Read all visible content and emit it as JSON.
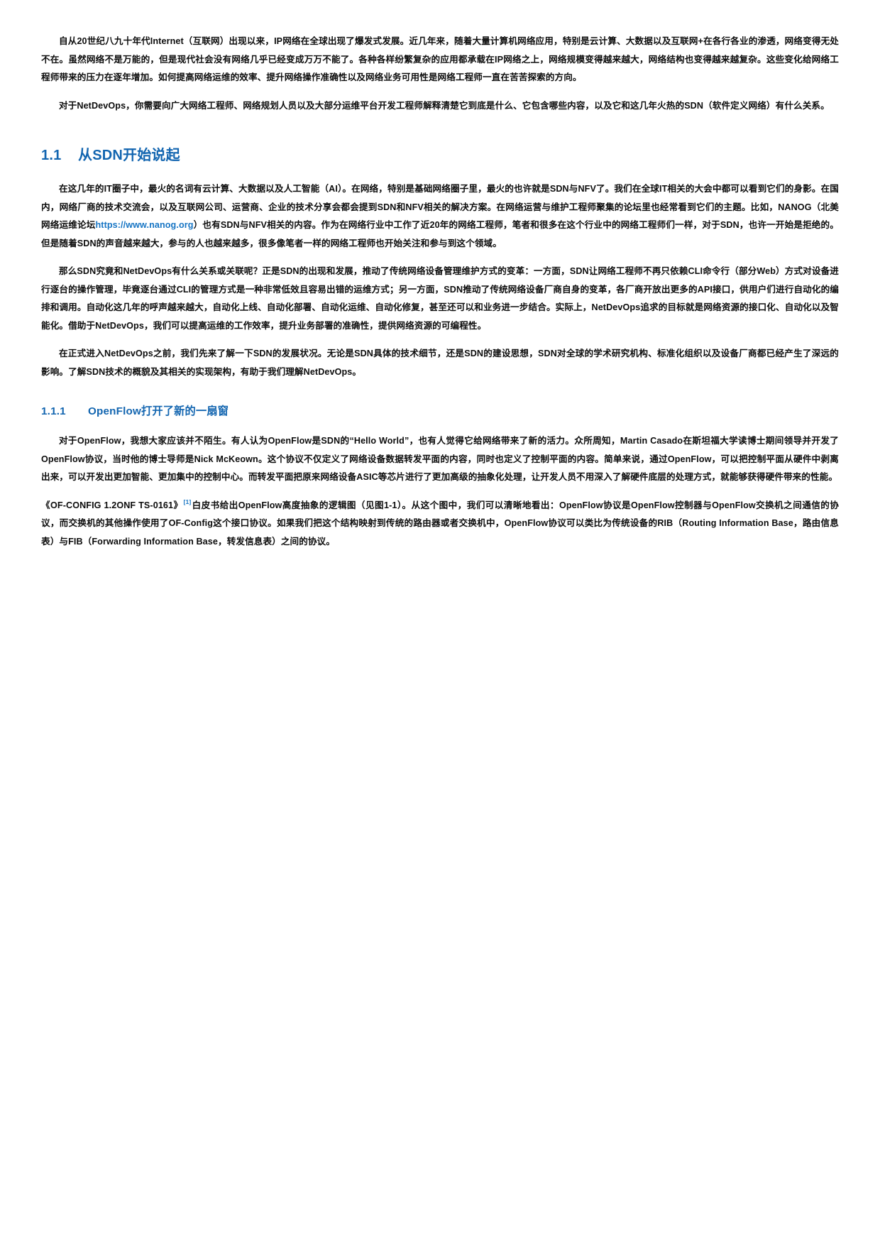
{
  "document": {
    "language": "zh-CN",
    "accent_color": "#1265b0",
    "link_color": "#1775c4",
    "text_color": "#0c0c0c",
    "background_color": "#ffffff"
  },
  "intro": {
    "paragraph_1": "自从20世纪八九十年代Internet（互联网）出现以来，IP网络在全球出现了爆发式发展。近几年来，随着大量计算机网络应用，特别是云计算、大数据以及互联网+在各行各业的渗透，网络变得无处不在。虽然网络不是万能的，但是现代社会没有网络几乎已经变成万万不能了。各种各样纷繁复杂的应用都承载在IP网络之上，网络规模变得越来越大，网络结构也变得越来越复杂。这些变化给网络工程师带来的压力在逐年增加。如何提高网络运维的效率、提升网络操作准确性以及网络业务可用性是网络工程师一直在苦苦探索的方向。",
    "paragraph_2": "对于NetDevOps，你需要向广大网络工程师、网络规划人员以及大部分运维平台开发工程师解释清楚它到底是什么、它包含哪些内容，以及它和这几年火热的SDN（软件定义网络）有什么关系。"
  },
  "section_1_1": {
    "number": "1.1",
    "title": "从SDN开始说起",
    "paragraph_1_part_1": "在这几年的IT圈子中，最火的名词有云计算、大数据以及人工智能（AI）。在网络，特别是基础网络圈子里，最火的也许就是SDN与NFV了。我们在全球IT相关的大会中都可以看到它们的身影。在国内，网络厂商的技术交流会，以及互联网公司、运营商、企业的技术分享会都会提到SDN和NFV相关的解决方案。在网络运营与维护工程师聚集的论坛里也经常看到它们的主题。比如，NANOG（北美网络运维论坛",
    "link_text": "https://www.nanog.org",
    "paragraph_1_part_2": "）也有SDN与NFV相关的内容。作为在网络行业中工作了近20年的网络工程师，笔者和很多在这个行业中的网络工程师们一样，对于SDN，也许一开始是拒绝的。但是随着SDN的声音越来越大，参与的人也越来越多，很多像笔者一样的网络工程师也开始关注和参与到这个领域。",
    "paragraph_2": "那么SDN究竟和NetDevOps有什么关系或关联呢？正是SDN的出现和发展，推动了传统网络设备管理维护方式的变革：一方面，SDN让网络工程师不再只依赖CLI命令行（部分Web）方式对设备进行逐台的操作管理，毕竟逐台通过CLI的管理方式是一种非常低效且容易出错的运维方式；另一方面，SDN推动了传统网络设备厂商自身的变革，各厂商开放出更多的API接口，供用户们进行自动化的编排和调用。自动化这几年的呼声越来越大，自动化上线、自动化部署、自动化运维、自动化修复，甚至还可以和业务进一步结合。实际上，NetDevOps追求的目标就是网络资源的接口化、自动化以及智能化。借助于NetDevOps，我们可以提高运维的工作效率，提升业务部署的准确性，提供网络资源的可编程性。",
    "paragraph_3": "在正式进入NetDevOps之前，我们先来了解一下SDN的发展状况。无论是SDN具体的技术细节，还是SDN的建设思想，SDN对全球的学术研究机构、标准化组织以及设备厂商都已经产生了深远的影响。了解SDN技术的概貌及其相关的实现架构，有助于我们理解NetDevOps。"
  },
  "section_1_1_1": {
    "number": "1.1.1",
    "title": "OpenFlow打开了新的一扇窗",
    "paragraph_1": "对于OpenFlow，我想大家应该并不陌生。有人认为OpenFlow是SDN的“Hello World”，也有人觉得它给网络带来了新的活力。众所周知，Martin Casado在斯坦福大学读博士期间领导并开发了OpenFlow协议，当时他的博士导师是Nick McKeown。这个协议不仅定义了网络设备数据转发平面的内容，同时也定义了控制平面的内容。简单来说，通过OpenFlow，可以把控制平面从硬件中剥离出来，可以开发出更加智能、更加集中的控制中心。而转发平面把原来网络设备ASIC等芯片进行了更加高级的抽象化处理，让开发人员不用深入了解硬件底层的处理方式，就能够获得硬件带来的性能。",
    "paragraph_2_part_1": "《OF-CONFIG 1.2ONF TS-0161》",
    "footnote_marker": "[1]",
    "paragraph_2_part_2": "白皮书给出OpenFlow高度抽象的逻辑图（见图1-1）。从这个图中，我们可以清晰地看出：OpenFlow协议是OpenFlow控制器与OpenFlow交换机之间通信的协议，而交换机的其他操作使用了OF-Config这个接口协议。如果我们把这个结构映射到传统的路由器或者交换机中，OpenFlow协议可以类比为传统设备的RIB（Routing Information Base，路由信息表）与FIB（Forwarding Information Base，转发信息表）之间的协议。"
  }
}
